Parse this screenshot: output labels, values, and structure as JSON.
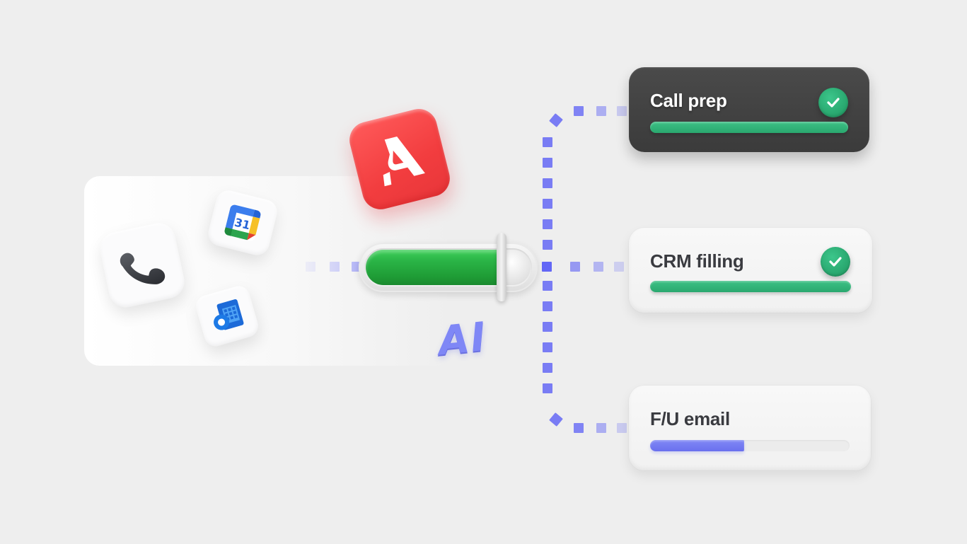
{
  "diagram": {
    "sources": [
      {
        "name": "Phone",
        "icon": "phone-icon"
      },
      {
        "name": "Google Calendar",
        "icon": "google-calendar-icon",
        "text": "31"
      },
      {
        "name": "Outlook",
        "icon": "outlook-calendar-icon"
      }
    ],
    "brand": {
      "icon": "brand-logo-icon",
      "color": "#f23d3f"
    },
    "processor": {
      "label": "AI",
      "slider_progress": 0.8,
      "fill_color": "#2bb547"
    },
    "connector_color": "#5b5ff5",
    "tasks": [
      {
        "label": "Call prep",
        "progress": 1.0,
        "status": "complete",
        "theme": "dark",
        "bar_color": "#2aa86f"
      },
      {
        "label": "CRM filling",
        "progress": 1.0,
        "status": "complete",
        "theme": "light",
        "bar_color": "#2aa86f"
      },
      {
        "label": "F/U email",
        "progress": 0.47,
        "status": "in-progress",
        "theme": "light",
        "bar_color": "#6a70ee"
      }
    ]
  }
}
